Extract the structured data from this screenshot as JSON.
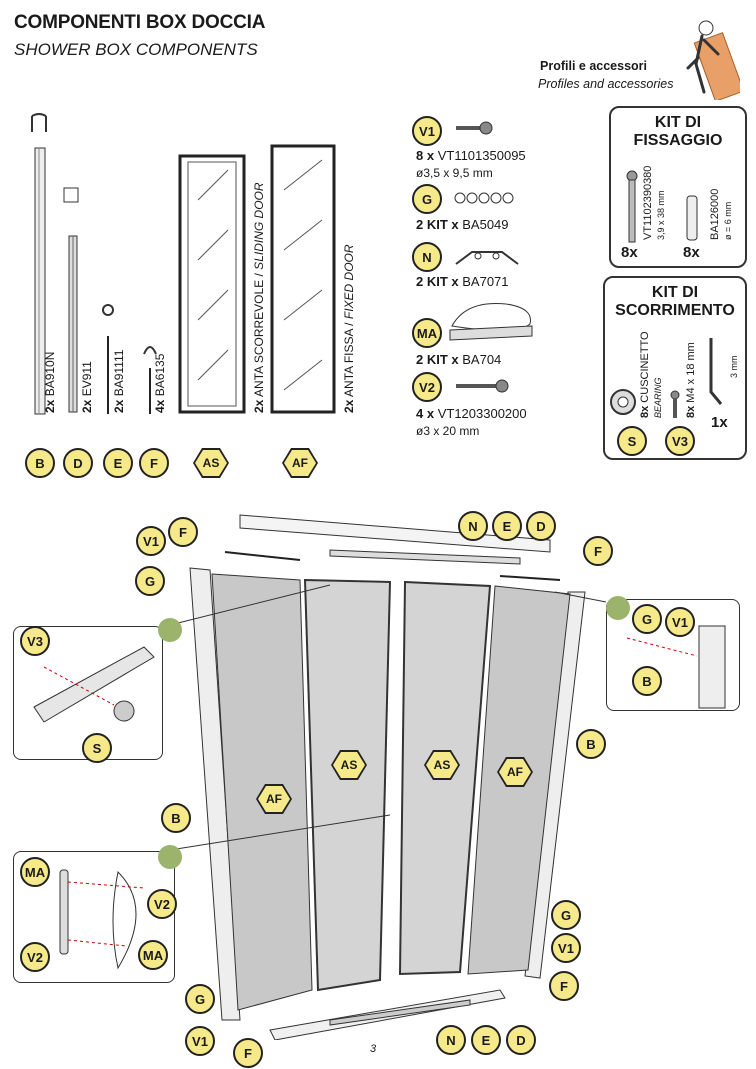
{
  "header": {
    "title": "COMPONENTI BOX DOCCIA",
    "subtitle": "SHOWER BOX COMPONENTS",
    "profiles_it": "Profili e accessori",
    "profiles_en": "Profiles and accessories"
  },
  "profiles": [
    {
      "qty": "2x",
      "code": "BA910N",
      "badge": "B"
    },
    {
      "qty": "2x",
      "code": "EV911",
      "badge": "D"
    },
    {
      "qty": "2x",
      "code": "BA91111",
      "badge": "E"
    },
    {
      "qty": "4x",
      "code": "BA6135",
      "badge": "F"
    }
  ],
  "doors": [
    {
      "qty": "2x",
      "name_it": "ANTA SCORREVOLE",
      "name_en": "SLIDING DOOR",
      "badge": "AS"
    },
    {
      "qty": "2x",
      "name_it": "ANTA FISSA",
      "name_en": "FIXED DOOR",
      "badge": "AF"
    }
  ],
  "accessories": [
    {
      "badge": "V1",
      "qty": "8 x",
      "code": "VT1101350095",
      "dim": "ø3,5 x 9,5 mm"
    },
    {
      "badge": "G",
      "qty": "2 KIT x",
      "code": "BA5049",
      "dim": ""
    },
    {
      "badge": "N",
      "qty": "2 KIT x",
      "code": "BA7071",
      "dim": ""
    },
    {
      "badge": "MA",
      "qty": "2 KIT x",
      "code": "BA704",
      "dim": ""
    },
    {
      "badge": "V2",
      "qty": "4 x",
      "code": "VT1203300200",
      "dim": "ø3 x 20 mm"
    }
  ],
  "kit_fissaggio": {
    "title_line1": "KIT DI",
    "title_line2": "FISSAGGIO",
    "screw_code": "VT1102390380",
    "screw_dim": "3,9 x 38 mm",
    "screw_qty": "8x",
    "plug_code": "BA126000",
    "plug_dim": "ø = 6 mm",
    "plug_qty": "8x"
  },
  "kit_scorrimento": {
    "title_line1": "KIT DI",
    "title_line2": "SCORRIMENTO",
    "bearing_qty": "8x",
    "bearing_it": "CUSCINETTO",
    "bearing_en": "BEARING",
    "bearing_badge": "S",
    "screw_qty": "8x",
    "screw_dim": "M4 x 18 mm",
    "screw_badge": "V3",
    "key_qty": "1x",
    "key_dim": "3 mm"
  },
  "diagram_labels": {
    "AF": "AF",
    "AS": "AS",
    "B": "B",
    "D": "D",
    "E": "E",
    "F": "F",
    "G": "G",
    "N": "N",
    "V1": "V1",
    "V2": "V2",
    "V3": "V3",
    "MA": "MA",
    "S": "S"
  },
  "page_number": "3"
}
